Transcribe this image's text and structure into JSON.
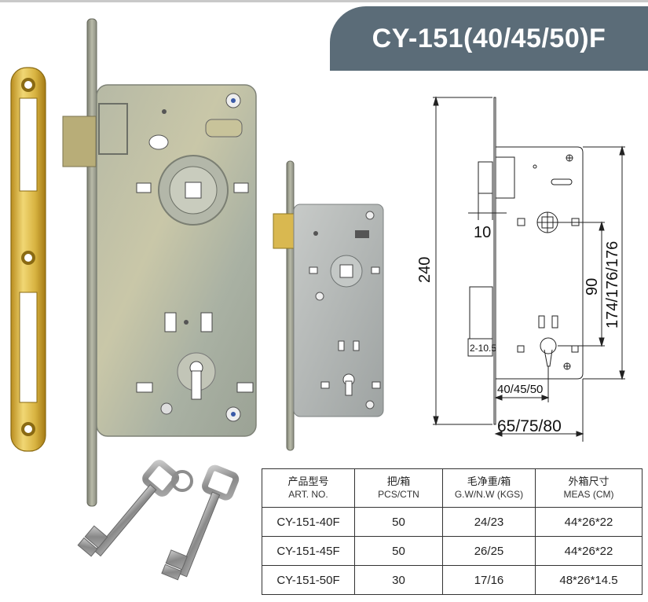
{
  "title": "CY-151(40/45/50)F",
  "dimensions": {
    "total_height": "240",
    "backset_offset": "10",
    "center_distance": "90",
    "faceplate_heights": "174/176/176",
    "cylinder_offset": "2-10.5",
    "backsets": "40/45/50",
    "case_widths": "65/75/80"
  },
  "table": {
    "headers": [
      {
        "cn": "产品型号",
        "en": "ART. NO."
      },
      {
        "cn": "把/箱",
        "en": "PCS/CTN"
      },
      {
        "cn": "毛净重/箱",
        "en": "G.W/N.W (KGS)"
      },
      {
        "cn": "外箱尺寸",
        "en": "MEAS (CM)"
      }
    ],
    "rows": [
      [
        "CY-151-40F",
        "50",
        "24/23",
        "44*26*22"
      ],
      [
        "CY-151-45F",
        "50",
        "26/25",
        "44*26*22"
      ],
      [
        "CY-151-50F",
        "30",
        "17/16",
        "48*26*14.5"
      ]
    ]
  },
  "colors": {
    "title_tab": "#5b6c78",
    "strike_plate": "#d9b13a",
    "lock_body": "#a8ad9a",
    "small_lock_body": "#b5b9b8"
  }
}
